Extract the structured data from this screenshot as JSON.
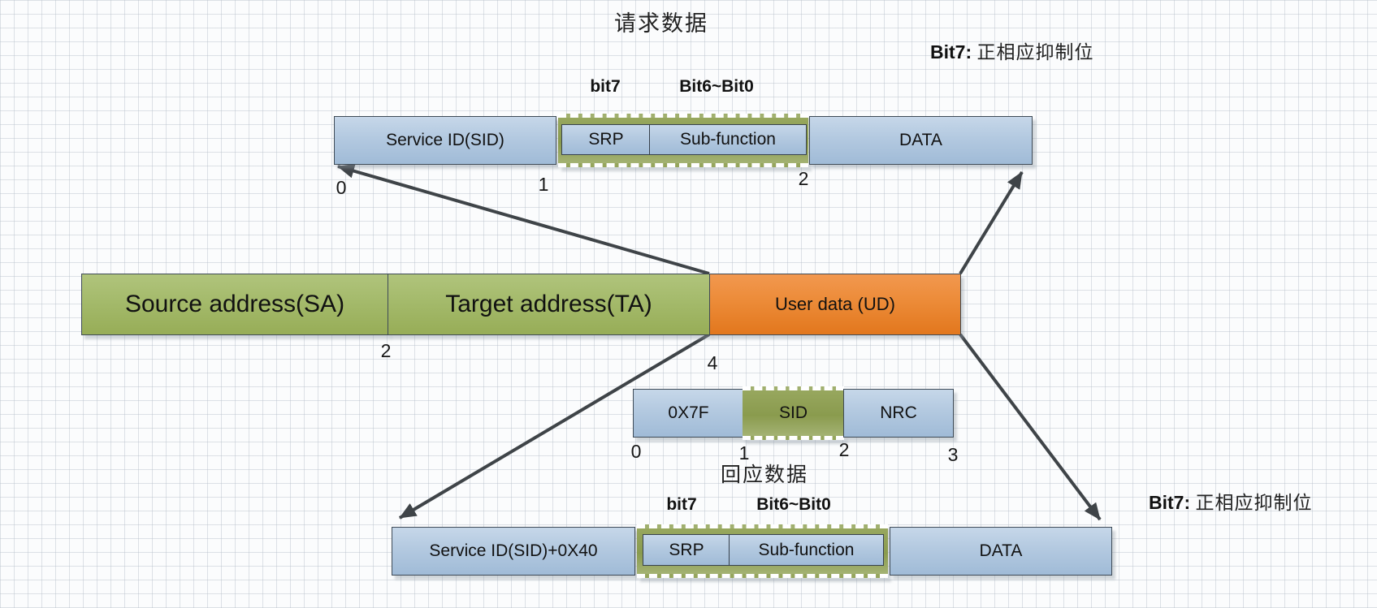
{
  "request": {
    "title": "请求数据",
    "bit7_label": "bit7",
    "bit6_0_label": "Bit6~Bit0",
    "sid": "Service ID(SID)",
    "srp": "SRP",
    "subfunction": "Sub-function",
    "data": "DATA",
    "ticks": [
      "0",
      "1",
      "2"
    ],
    "note_prefix": "Bit7: ",
    "note_text": "正相应抑制位"
  },
  "address": {
    "sa": "Source address(SA)",
    "ta": "Target address(TA)",
    "ud": "User data (UD)",
    "tick_sa_ta": "2",
    "tick_ta_ud": "4"
  },
  "negative": {
    "b0": "0X7F",
    "b1": "SID",
    "b2": "NRC",
    "ticks": [
      "0",
      "1",
      "2",
      "3"
    ]
  },
  "response": {
    "title": "回应数据",
    "bit7_label": "bit7",
    "bit6_0_label": "Bit6~Bit0",
    "sid": "Service ID(SID)+0X40",
    "srp": "SRP",
    "subfunction": "Sub-function",
    "data": "DATA",
    "note_prefix": "Bit7: ",
    "note_text": "正相应抑制位"
  },
  "colors": {
    "segment_blue": "#b3c9e0",
    "segment_green": "#a4ba6b",
    "segment_olive": "#8a9b4e",
    "segment_orange": "#ec8b38",
    "arrow": "#3f4448",
    "grid_line": "#b6c0ca"
  }
}
